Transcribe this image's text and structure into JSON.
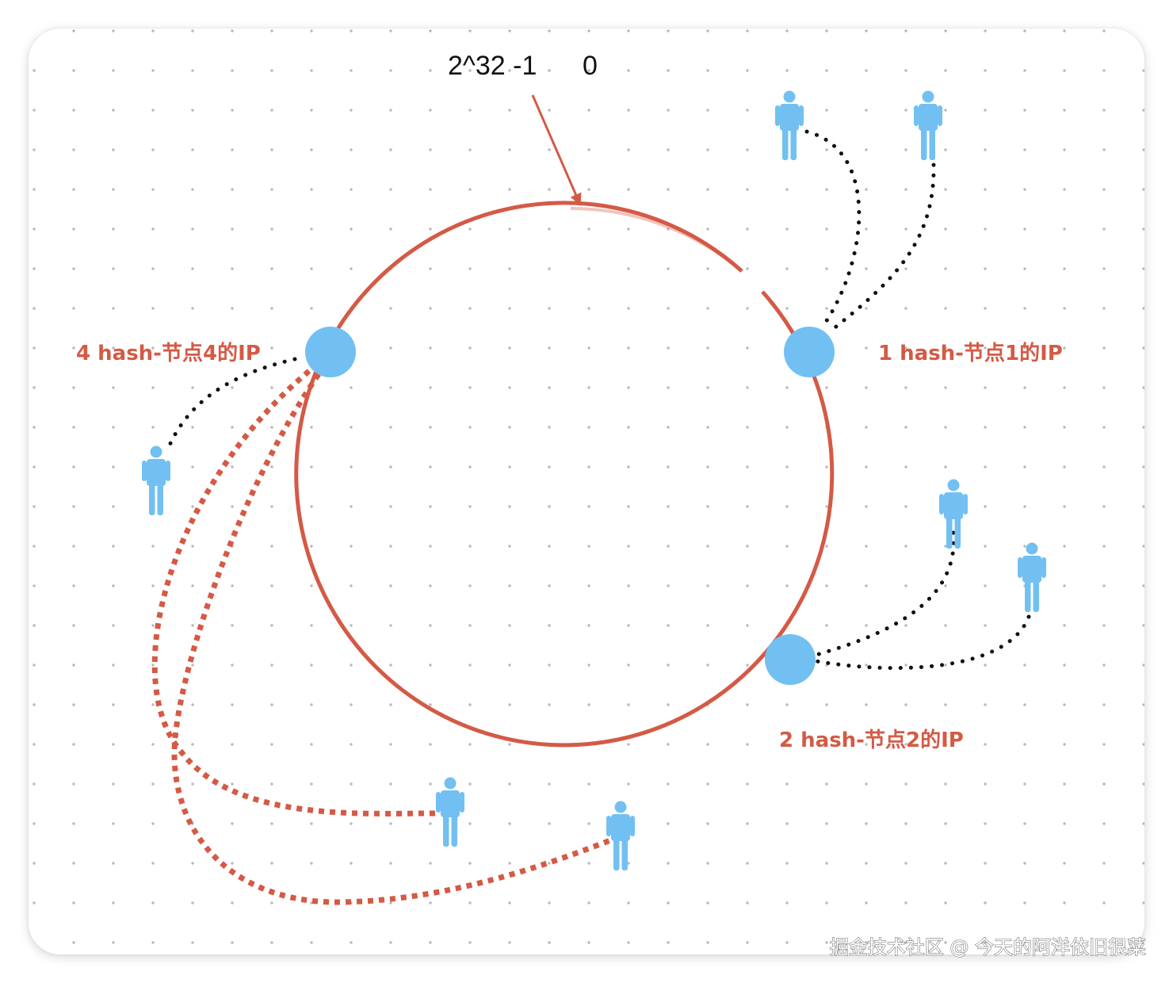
{
  "colors": {
    "ring": "#d45a45",
    "node": "#72c0f2",
    "person": "#72c0f2",
    "dot_link": "#111111",
    "red_link": "#d45a45",
    "grid_dot": "#b9b9b9"
  },
  "ring_label": {
    "max": "2^32 -1",
    "zero": "0"
  },
  "nodes": [
    {
      "id": "node-1",
      "label": "1 hash-节点1的IP"
    },
    {
      "id": "node-2",
      "label": "2 hash-节点2的IP"
    },
    {
      "id": "node-4",
      "label": "4 hash-节点4的IP"
    }
  ],
  "watermark": "掘金技术社区 @ 今天的阿洋依旧很菜",
  "icons": [
    "person-icon"
  ]
}
